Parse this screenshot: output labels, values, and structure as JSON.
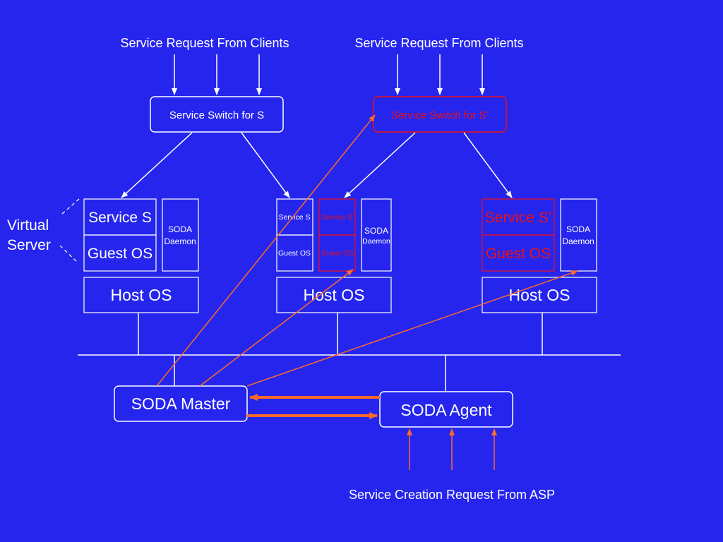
{
  "colors": {
    "background": "#2525ee",
    "line": "#ffffff",
    "accent_red": "#ee1111",
    "arrow_orange": "#ff6a2a"
  },
  "requests": {
    "left": "Service Request From Clients",
    "right": "Service Request From Clients",
    "bottom": "Service Creation Request From ASP"
  },
  "switches": {
    "s": "Service Switch for S",
    "s_prime": "Service Switch for S’"
  },
  "virtual_server_label": [
    "Virtual",
    "Server"
  ],
  "hosts": [
    {
      "service": "Service S",
      "guest": "Guest OS",
      "daemon": [
        "SODA",
        "Daemon"
      ],
      "host": "Host OS"
    },
    {
      "service": "Service S",
      "guest": "Guest OS",
      "service_prime": "Service S’",
      "guest_prime": "Guest OS",
      "daemon": [
        "SODA",
        "Daemon"
      ],
      "host": "Host OS"
    },
    {
      "service": "Service S’",
      "guest": "Guest OS",
      "daemon": [
        "SODA",
        "Daemon"
      ],
      "host": "Host OS"
    }
  ],
  "master": "SODA Master",
  "agent": "SODA Agent"
}
